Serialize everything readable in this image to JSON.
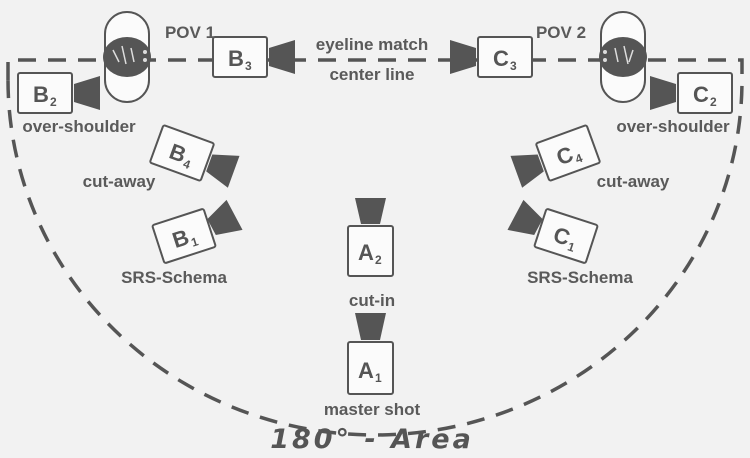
{
  "labels": {
    "pov1": "POV 1",
    "pov2": "POV 2",
    "eyeline": "eyeline match",
    "centerline": "center line",
    "over_shoulder_left": "over-shoulder",
    "over_shoulder_right": "over-shoulder",
    "cutaway_left": "cut-away",
    "cutaway_right": "cut-away",
    "srs_left": "SRS-Schema",
    "srs_right": "SRS-Schema",
    "cutin": "cut-in",
    "master": "master shot",
    "area": "180° - Area"
  },
  "cameras": {
    "B3": {
      "letter": "B",
      "sub": "3"
    },
    "C3": {
      "letter": "C",
      "sub": "3"
    },
    "B2": {
      "letter": "B",
      "sub": "2"
    },
    "C2": {
      "letter": "C",
      "sub": "2"
    },
    "B4": {
      "letter": "B",
      "sub": "4"
    },
    "C4": {
      "letter": "C",
      "sub": "4"
    },
    "B1": {
      "letter": "B",
      "sub": "1"
    },
    "C1": {
      "letter": "C",
      "sub": "1"
    },
    "A2": {
      "letter": "A",
      "sub": "2"
    },
    "A1": {
      "letter": "A",
      "sub": "1"
    }
  },
  "colors": {
    "ink": "#555555",
    "background": "#f2f2f2"
  }
}
